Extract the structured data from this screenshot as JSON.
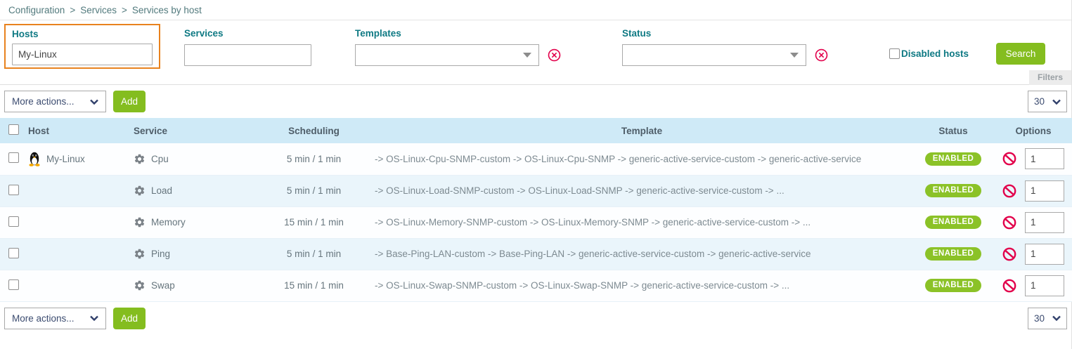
{
  "breadcrumb": {
    "items": [
      "Configuration",
      "Services",
      "Services by host"
    ],
    "separator": ">"
  },
  "filters": {
    "hosts": {
      "label": "Hosts",
      "value": "My-Linux"
    },
    "services": {
      "label": "Services",
      "value": ""
    },
    "templates": {
      "label": "Templates",
      "selected": ""
    },
    "status": {
      "label": "Status",
      "selected": ""
    },
    "disabled_hosts_label": "Disabled hosts",
    "disabled_hosts_checked": false,
    "search_label": "Search",
    "filters_tab_label": "Filters"
  },
  "toolbar_top": {
    "more_actions_label": "More actions...",
    "add_label": "Add",
    "page_size": "30"
  },
  "toolbar_bottom": {
    "more_actions_label": "More actions...",
    "add_label": "Add",
    "page_size": "30"
  },
  "table": {
    "headers": {
      "host": "Host",
      "service": "Service",
      "scheduling": "Scheduling",
      "template": "Template",
      "status": "Status",
      "options": "Options"
    },
    "rows": [
      {
        "host": "My-Linux",
        "service": "Cpu",
        "scheduling": "5 min / 1 min",
        "template": "-> OS-Linux-Cpu-SNMP-custom -> OS-Linux-Cpu-SNMP -> generic-active-service-custom -> generic-active-service",
        "status": "ENABLED",
        "options_value": "1"
      },
      {
        "host": "",
        "service": "Load",
        "scheduling": "5 min / 1 min",
        "template": "-> OS-Linux-Load-SNMP-custom -> OS-Linux-Load-SNMP -> generic-active-service-custom -> ...",
        "status": "ENABLED",
        "options_value": "1"
      },
      {
        "host": "",
        "service": "Memory",
        "scheduling": "15 min / 1 min",
        "template": "-> OS-Linux-Memory-SNMP-custom -> OS-Linux-Memory-SNMP -> generic-active-service-custom -> ...",
        "status": "ENABLED",
        "options_value": "1"
      },
      {
        "host": "",
        "service": "Ping",
        "scheduling": "5 min / 1 min",
        "template": "-> Base-Ping-LAN-custom -> Base-Ping-LAN -> generic-active-service-custom -> generic-active-service",
        "status": "ENABLED",
        "options_value": "1"
      },
      {
        "host": "",
        "service": "Swap",
        "scheduling": "15 min / 1 min",
        "template": "-> OS-Linux-Swap-SNMP-custom -> OS-Linux-Swap-SNMP -> generic-active-service-custom -> ...",
        "status": "ENABLED",
        "options_value": "1"
      }
    ]
  },
  "colors": {
    "accent_green": "#84bd1f",
    "badge_green": "#8bc227",
    "label_teal": "#0e7983",
    "highlight_orange": "#e8821e",
    "clear_red": "#e2004b",
    "header_blue": "#cfeaf7",
    "row_alt_blue": "#eaf5fb",
    "breadcrumb_teal": "#527a7d"
  }
}
